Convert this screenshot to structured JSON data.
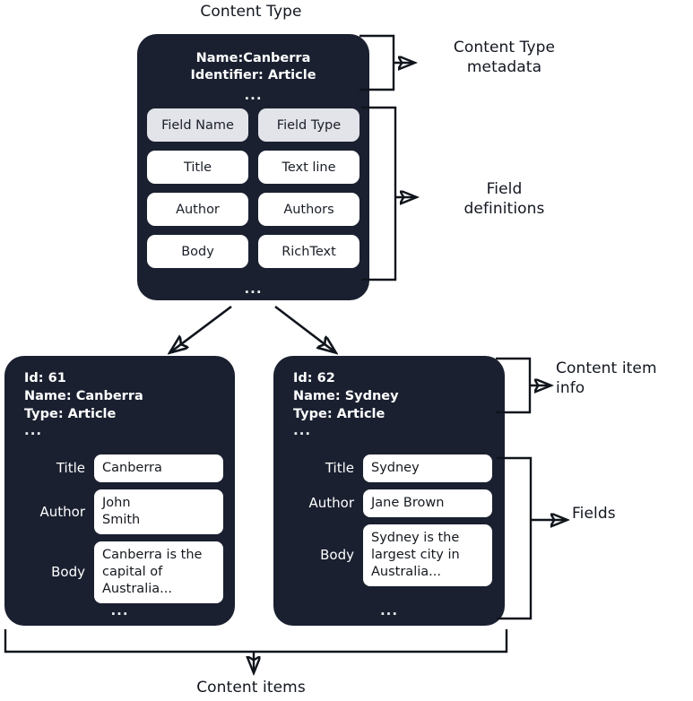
{
  "title": "Content Type",
  "colors": {
    "card_bg": "#1a2030",
    "card_text": "#ffffff",
    "pill_bg": "#ffffff",
    "pill_header_bg": "#e3e3ea",
    "line": "#10151c",
    "page_bg": "#ffffff"
  },
  "content_type": {
    "metadata_text": "Name:Canberra\nIdentifier: Article",
    "ellipsis_top": "...",
    "ellipsis_bottom": "...",
    "field_table": {
      "headers": [
        "Field Name",
        "Field Type"
      ],
      "rows": [
        [
          "Title",
          "Text line"
        ],
        [
          "Author",
          "Authors"
        ],
        [
          "Body",
          "RichText"
        ]
      ]
    }
  },
  "annotations": {
    "metadata": "Content Type\nmetadata",
    "field_definitions": "Field\ndefinitions",
    "content_item_info": "Content item\ninfo",
    "fields": "Fields",
    "content_items": "Content items"
  },
  "content_items": [
    {
      "header": "Id: 61\nName: Canberra\nType: Article",
      "id": "61",
      "name": "Canberra",
      "type": "Article",
      "ellipsis_top": "...",
      "ellipsis_bottom": "...",
      "fields": [
        {
          "label": "Title",
          "value": "Canberra"
        },
        {
          "label": "Author",
          "value": "John\nSmith"
        },
        {
          "label": "Body",
          "value": "Canberra is the\ncapital of\nAustralia..."
        }
      ]
    },
    {
      "header": "Id: 62\nName: Sydney\nType: Article",
      "id": "62",
      "name": "Sydney",
      "type": "Article",
      "ellipsis_top": "...",
      "ellipsis_bottom": "...",
      "fields": [
        {
          "label": "Title",
          "value": "Sydney"
        },
        {
          "label": "Author",
          "value": "Jane Brown"
        },
        {
          "label": "Body",
          "value": "Sydney is the\nlargest city in\nAustralia..."
        }
      ]
    }
  ]
}
